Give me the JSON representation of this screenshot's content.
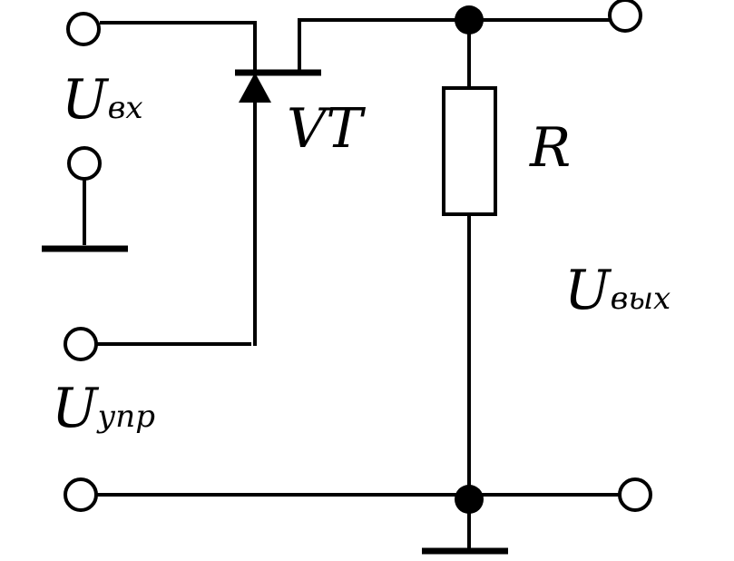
{
  "labels": {
    "u_in": {
      "main": "U",
      "sub": "вх"
    },
    "u_ctrl": {
      "main": "U",
      "sub": "упр"
    },
    "u_out": {
      "main": "U",
      "sub": "вых"
    },
    "thyristor": "VT",
    "resistor": "R"
  }
}
